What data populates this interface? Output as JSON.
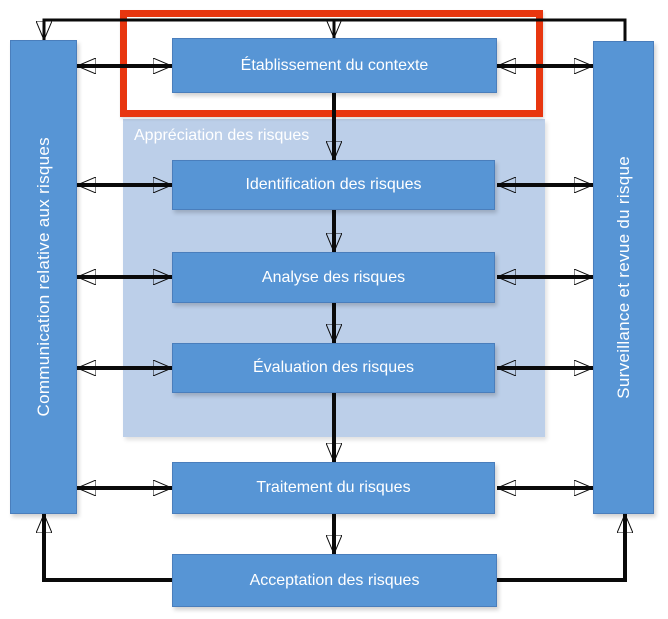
{
  "diagram": {
    "type": "risk-management-process-flow",
    "group": {
      "label": "Appréciation des risques"
    },
    "bars": {
      "left": "Communication relative aux risques",
      "right": "Surveillance et revue du risque"
    },
    "nodes": {
      "context": "Établissement du contexte",
      "identification": "Identification des risques",
      "analyse": "Analyse des risques",
      "evaluation": "Évaluation des risques",
      "traitement": "Traitement du risques",
      "acceptation": "Acceptation des risques"
    },
    "highlight": {
      "target": "context",
      "style": "thick red rectangle"
    },
    "colors": {
      "process_blue": "#5795D5",
      "box_border_blue": "#4A7EBC",
      "group_light_blue": "#BCCFE9",
      "highlight_red": "#E8360F",
      "arrow_black": "#0A0A0A",
      "label_white": "#FFFFFF",
      "background": "#FFFFFF"
    }
  }
}
